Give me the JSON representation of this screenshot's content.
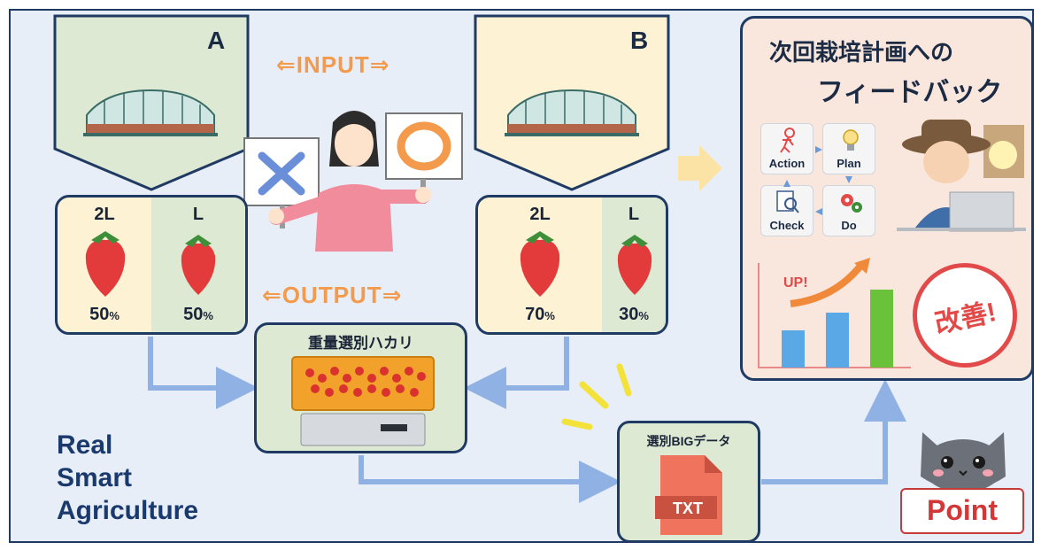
{
  "greenhouses": [
    {
      "label": "A",
      "ratios": [
        {
          "size": "2L",
          "percent": "50",
          "unit": "%"
        },
        {
          "size": "L",
          "percent": "50",
          "unit": "%"
        }
      ]
    },
    {
      "label": "B",
      "ratios": [
        {
          "size": "2L",
          "percent": "70",
          "unit": "%"
        },
        {
          "size": "L",
          "percent": "30",
          "unit": "%"
        }
      ]
    }
  ],
  "input_label": "⇐INPUT⇒",
  "output_label": "⇐OUTPUT⇒",
  "scale_title": "重量選別ハカリ",
  "data_title": "選別BIGデータ",
  "file_type": "TXT",
  "feedback": {
    "title_line1": "次回栽培計画への",
    "title_line2": "フィードバック",
    "pdca": [
      "Action",
      "Plan",
      "Check",
      "Do"
    ],
    "up_label": "UP!",
    "kaizen": "改善!"
  },
  "branding": [
    "Real",
    "Smart",
    "Agriculture"
  ],
  "point_badge": "Point",
  "colors": {
    "navy": "#1f3a63",
    "orange": "#f39a4c",
    "cream": "#fdf2d3",
    "green": "#dde9d2",
    "arrow": "#8fb1e3"
  }
}
